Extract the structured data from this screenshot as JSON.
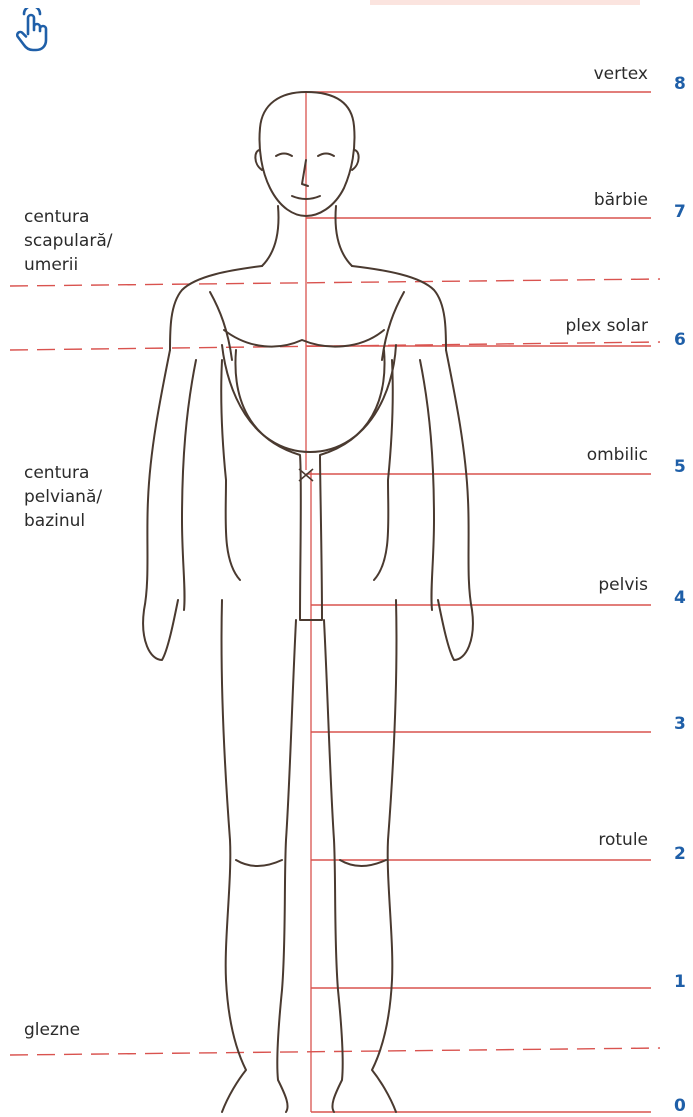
{
  "icons": {
    "pointer": "hand-pointer-icon"
  },
  "colors": {
    "guide_line": "#d9534f",
    "sketch": "#4a3a30",
    "number": "#1f5fa8",
    "text": "#2b2b2b"
  },
  "right_labels": [
    "vertex",
    "bărbie",
    "plex solar",
    "ombilic",
    "pelvis",
    "rotule"
  ],
  "scale_numbers": [
    "8",
    "7",
    "6",
    "5",
    "4",
    "3",
    "2",
    "1",
    "0"
  ],
  "left_labels": {
    "shoulders": [
      "centura",
      "scapulară/",
      "umerii"
    ],
    "pelvis_belt": [
      "centura",
      "pelviană/",
      "bazinul"
    ],
    "ankles": "glezne"
  }
}
